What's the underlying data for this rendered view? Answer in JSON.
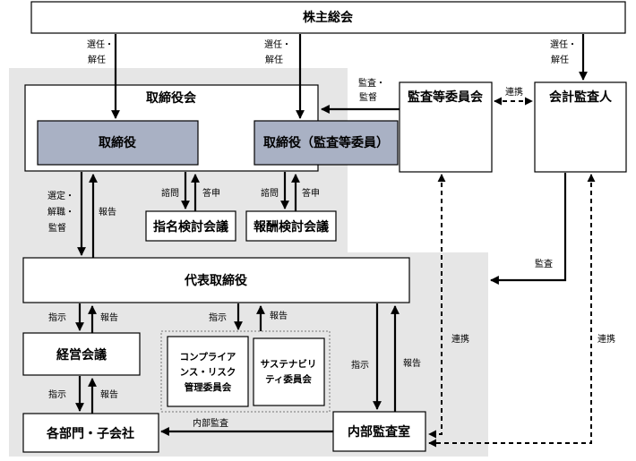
{
  "boxes": {
    "shareholders": "株主総会",
    "board": "取締役会",
    "directors": "取締役",
    "audit_directors": "取締役（監査等委員）",
    "audit_committee": "監査等委員会",
    "auditor": "会計監査人",
    "nomination": "指名検討会議",
    "remuneration": "報酬検討会議",
    "ceo": "代表取締役",
    "mgmt_meeting": "経営会議",
    "compliance_line1": "コンプライア",
    "compliance_line2": "ンス・リスク",
    "compliance_line3": "管理委員会",
    "sustain_line1": "サステナビリ",
    "sustain_line2": "ティ委員会",
    "divisions": "各部門・子会社",
    "internal_audit": "内部監査室"
  },
  "labels": {
    "elect_dismiss_1": "選任・",
    "elect_dismiss_2": "解任",
    "audit_supervise_1": "監査・",
    "audit_supervise_2": "監督",
    "coordination": "連携",
    "consult": "諮問",
    "report_back": "答申",
    "select_1": "選定・",
    "select_2": "解職・",
    "select_3": "監督",
    "report": "報告",
    "instruct": "指示",
    "audit": "監査",
    "internal_audit_label": "内部監査"
  }
}
